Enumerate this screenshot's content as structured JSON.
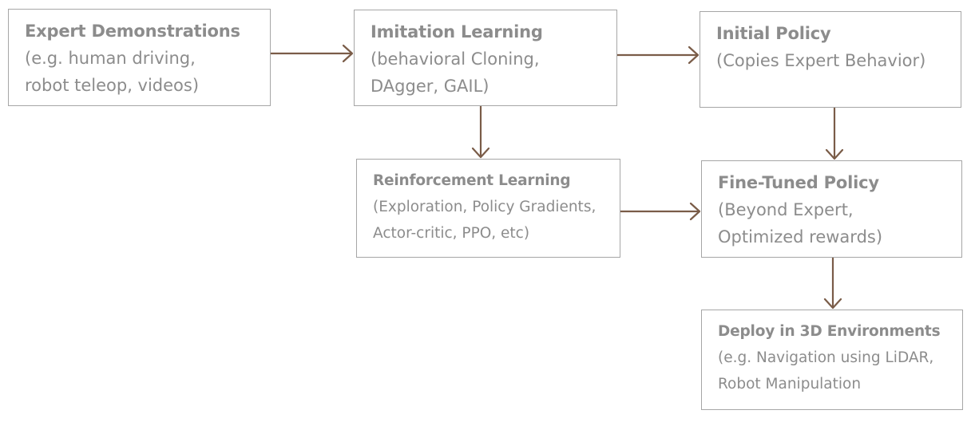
{
  "nodes": {
    "expert_demonstrations": {
      "title": "Expert Demonstrations",
      "lines": [
        "(e.g. human driving,",
        "robot teleop, videos)"
      ]
    },
    "imitation_learning": {
      "title": "Imitation Learning",
      "lines": [
        "(behavioral Cloning,",
        "DAgger, GAIL)"
      ]
    },
    "initial_policy": {
      "title": "Initial Policy",
      "lines": [
        "(Copies Expert Behavior)"
      ]
    },
    "reinforcement_learning": {
      "title": "Reinforcement Learning",
      "lines": [
        "(Exploration, Policy Gradients,",
        "Actor-critic, PPO, etc)"
      ]
    },
    "fine_tuned_policy": {
      "title": "Fine-Tuned Policy",
      "lines": [
        "(Beyond Expert,",
        "Optimized rewards)"
      ]
    },
    "deploy": {
      "title": "Deploy in 3D Environments",
      "lines": [
        "(e.g. Navigation using LiDAR,",
        "Robot Manipulation"
      ]
    }
  },
  "colors": {
    "box_border": "#a6a6a6",
    "text": "#8c8c8c",
    "arrow": "#7a5c48"
  }
}
